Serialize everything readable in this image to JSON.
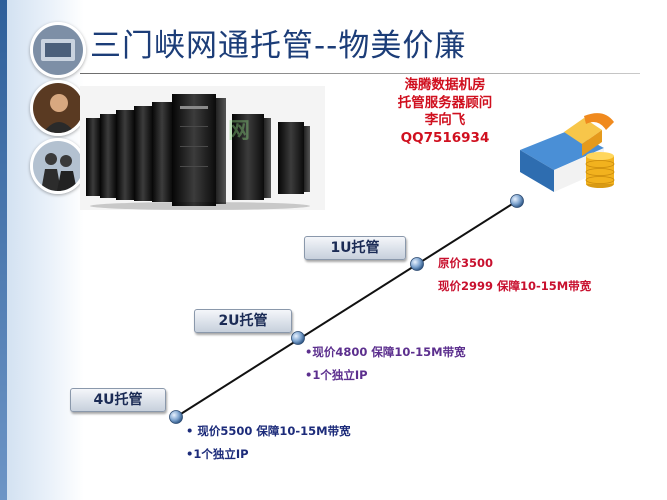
{
  "title": "三门峡网通托管--物美价廉",
  "contact": {
    "line1": "海腾数据机房",
    "line2": "托管服务器顾问",
    "line3": "李向飞",
    "line4": "QQ7516934"
  },
  "watermark": "网",
  "tiers": {
    "u1": {
      "label": "1U托管",
      "line1": "原价3500",
      "line2": "现价2999  保障10-15M带宽"
    },
    "u2": {
      "label": "2U托管",
      "line1": "•现价4800  保障10-15M带宽",
      "line2": "•1个独立IP"
    },
    "u4": {
      "label": "4U托管",
      "line1": "• 现价5500  保障10-15M带宽",
      "line2": "•1个独立IP"
    }
  },
  "colors": {
    "title": "#1c3d78",
    "contact": "#d0101f",
    "tier_u1": "#c8102e",
    "tier_u2": "#5c2f8e",
    "tier_u4": "#1c2b7a"
  }
}
